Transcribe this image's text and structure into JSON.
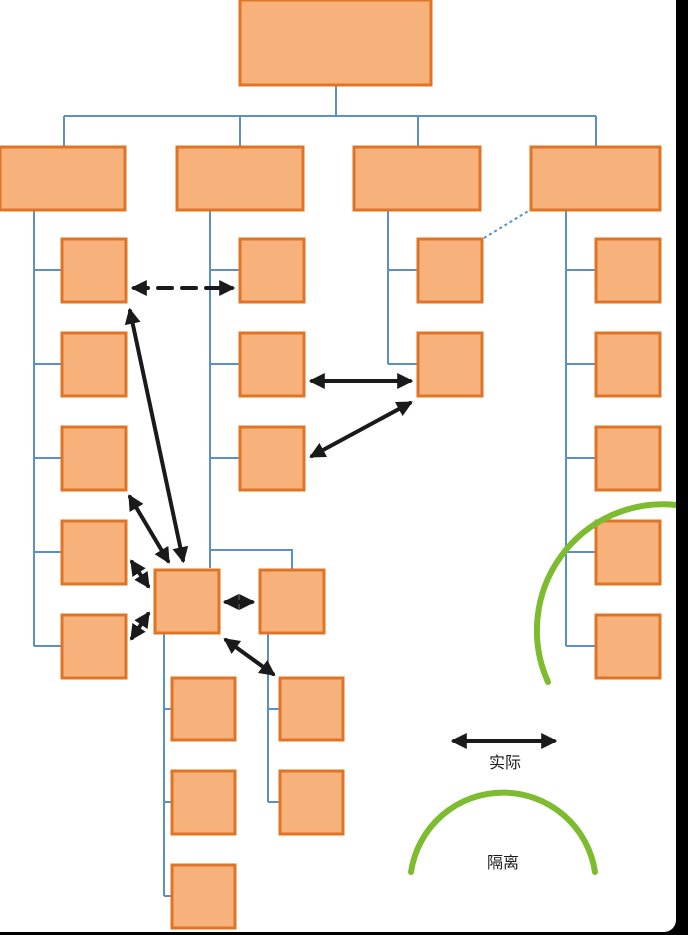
{
  "colors": {
    "box_fill": "#f7b27c",
    "box_stroke": "#e07426",
    "connector": "#5b8fc7",
    "arrow": "#1a1a1a",
    "isolation": "#7dbb2f",
    "background": "#ffffff"
  },
  "nodes": [
    "top-executive",
    "manager-1",
    "manager-2",
    "manager-3",
    "manager-4",
    "m1-report-1",
    "m1-report-2",
    "m1-report-3",
    "m1-report-4",
    "m1-report-5",
    "m2-report-1",
    "m2-report-2",
    "m2-report-3",
    "m3-report-1",
    "m3-report-2",
    "m4-report-1",
    "m4-report-2",
    "m4-report-3",
    "m4-report-4",
    "m4-report-5",
    "hub-box",
    "hub-peer-box",
    "hub-sub-1",
    "hub-sub-2",
    "hub-sub-3",
    "peer-sub-1",
    "peer-sub-2"
  ],
  "relationships": [
    {
      "from": "m1-report-1",
      "to": "m2-report-1",
      "style": "dashed"
    },
    {
      "from": "m2-report-2",
      "to": "m3-report-2",
      "style": "solid"
    },
    {
      "from": "m2-report-3",
      "to": "m3-report-2",
      "style": "solid"
    },
    {
      "from": "m1-report-1",
      "to": "hub-box",
      "style": "solid"
    },
    {
      "from": "m1-report-3",
      "to": "hub-box",
      "style": "solid"
    },
    {
      "from": "m1-report-4",
      "to": "hub-box",
      "style": "solid"
    },
    {
      "from": "m1-report-5",
      "to": "hub-box",
      "style": "solid"
    },
    {
      "from": "hub-box",
      "to": "hub-peer-box",
      "style": "solid"
    },
    {
      "from": "hub-box",
      "to": "peer-sub-1",
      "style": "solid"
    }
  ],
  "legend": {
    "actual_label": "实际",
    "isolation_label": "隔离"
  }
}
